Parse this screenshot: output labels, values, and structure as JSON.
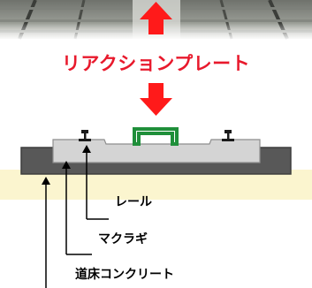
{
  "title": "リアクションプレート",
  "labels": {
    "rail": "レール",
    "sleeper": "マクラギ",
    "slab": "道床コンクリート"
  },
  "colors": {
    "accent_red": "#ff1a1a",
    "title_red": "#e8192c",
    "ground": "#fbf5cf",
    "slab": "#585858",
    "sleeper": "#d4d4d4",
    "reaction_plate_outline": "#1f8f3a",
    "photo_base": "#8a8d86"
  }
}
